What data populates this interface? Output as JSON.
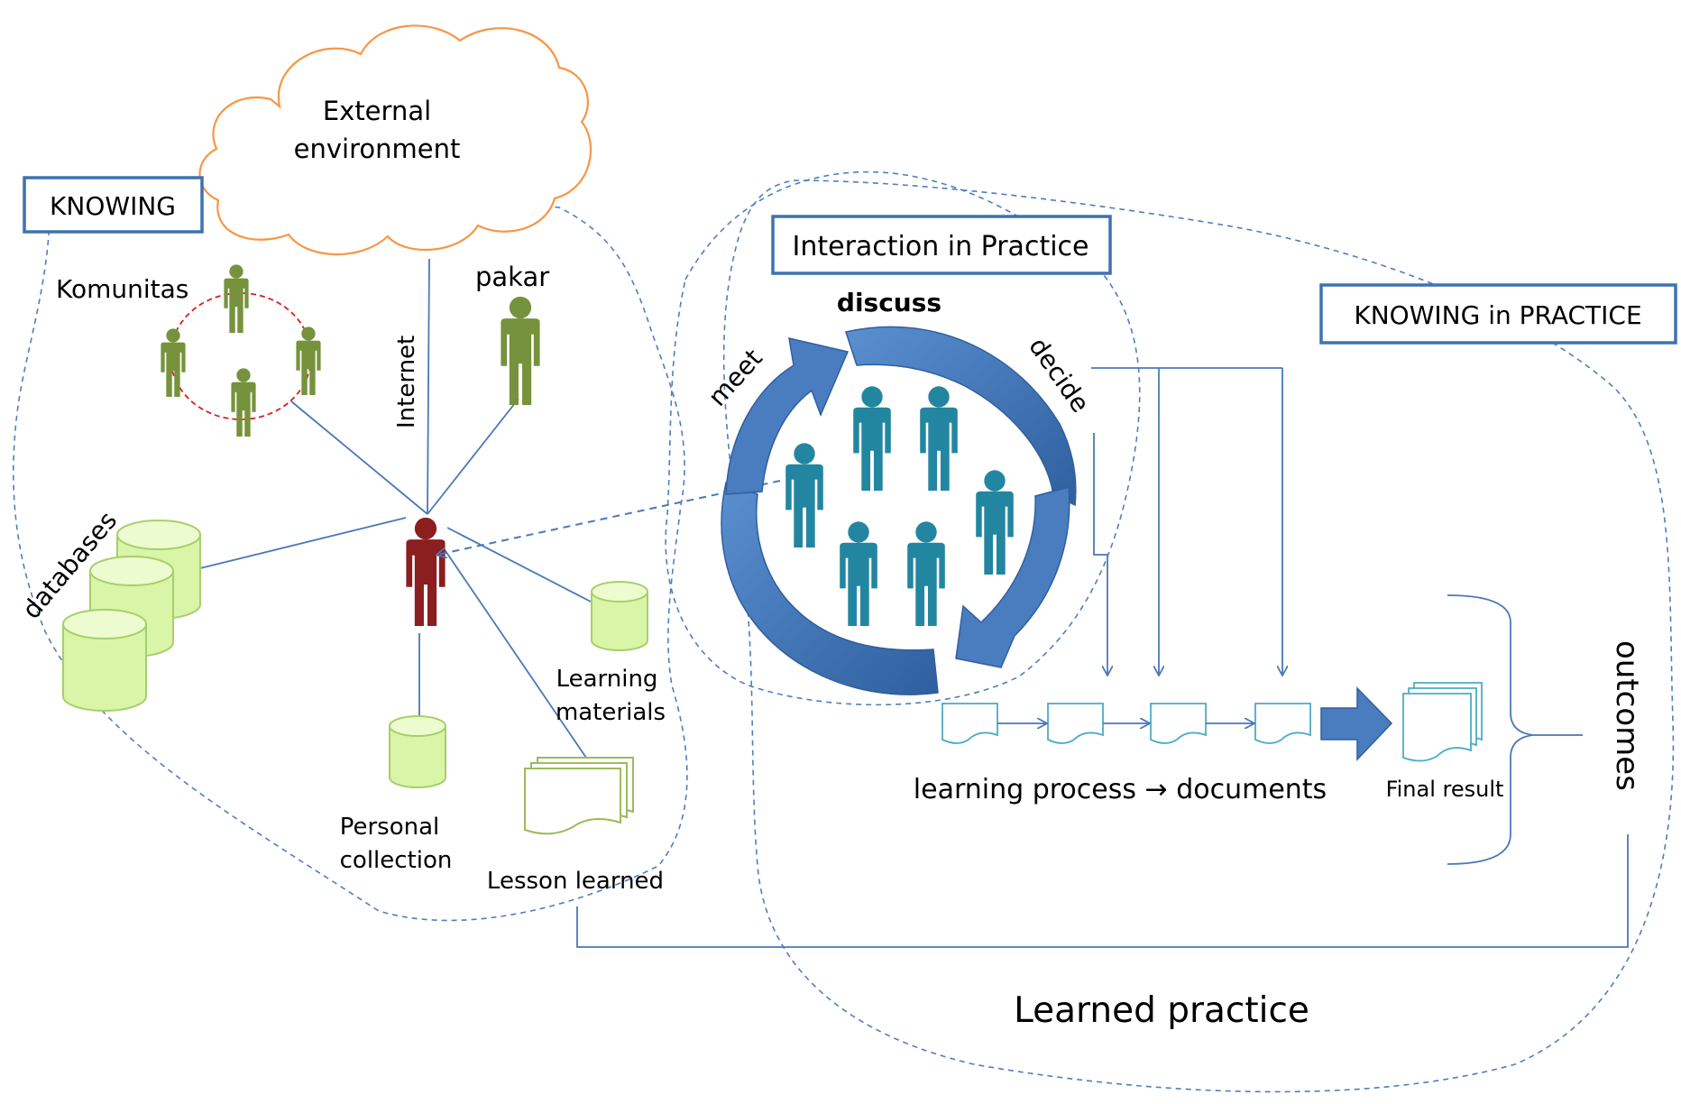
{
  "boxes": {
    "knowing": "KNOWING",
    "interaction": "Interaction in Practice",
    "knowing_practice": "KNOWING in PRACTICE"
  },
  "cloud": {
    "line1": "External",
    "line2": "environment"
  },
  "knowing_labels": {
    "komunitas": "Komunitas",
    "pakar": "pakar",
    "internet": "Internet",
    "databases": "databases",
    "learning_materials_1": "Learning",
    "learning_materials_2": "materials",
    "personal_collection_1": "Personal",
    "personal_collection_2": "collection",
    "lesson_learned": "Lesson learned"
  },
  "cycle": {
    "discuss": "discuss",
    "meet": "meet",
    "decide": "decide"
  },
  "process": {
    "documents": "learning process → documents",
    "final_result": "Final result",
    "outcomes": "outcomes"
  },
  "footer": {
    "learned_practice": "Learned practice"
  },
  "colors": {
    "box_border": "#3e72b0",
    "community_people": "#76923c",
    "group_people": "#2386a0",
    "individual": "#8b1e1e",
    "cloud_border": "#f79646",
    "cylinder_fill": "#d9f5a8",
    "cycle_arrow": "#4a7cc0"
  }
}
